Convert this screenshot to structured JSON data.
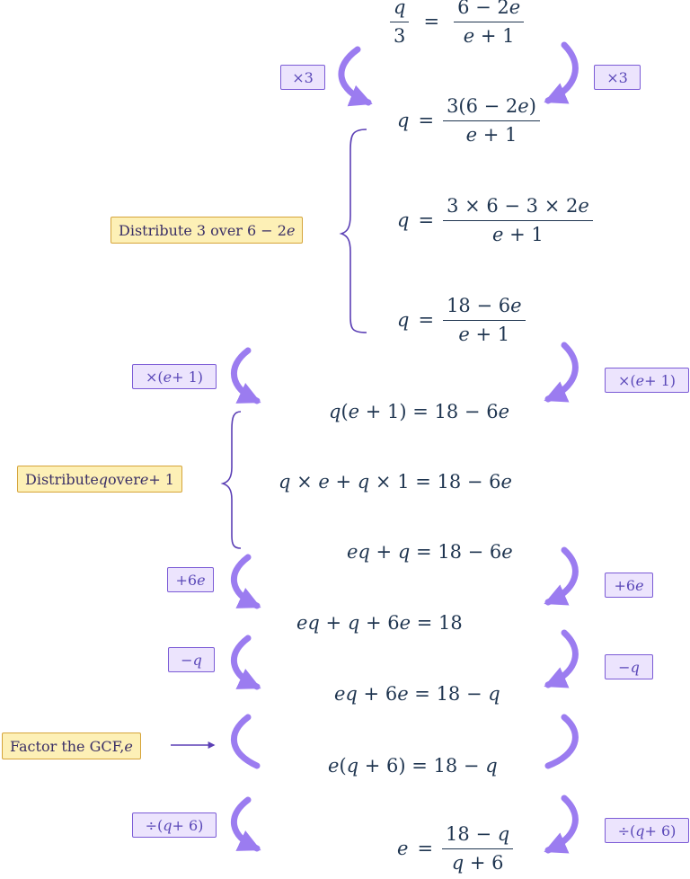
{
  "steps": [
    {
      "id": "s1",
      "lhs": "q/3",
      "rhs": "(6 − 2e)/(e + 1)"
    },
    {
      "id": "s2",
      "lhs": "q",
      "rhs": "3(6 − 2e)/(e + 1)"
    },
    {
      "id": "s3",
      "lhs": "q",
      "rhs": "(3 × 6 − 3 × 2e)/(e + 1)"
    },
    {
      "id": "s4",
      "lhs": "q",
      "rhs": "(18 − 6e)/(e + 1)"
    },
    {
      "id": "s5",
      "text": "q(e + 1) = 18 − 6e"
    },
    {
      "id": "s6",
      "text": "q × e + q × 1 = 18 − 6e"
    },
    {
      "id": "s7",
      "text": "eq + q = 18 − 6e"
    },
    {
      "id": "s8",
      "text": "eq + q + 6e = 18"
    },
    {
      "id": "s9",
      "text": "eq + 6e = 18 − q"
    },
    {
      "id": "s10",
      "text": "e(q + 6) = 18 − q"
    },
    {
      "id": "s11",
      "lhs": "e",
      "rhs": "(18 − q)/(q + 6)"
    }
  ],
  "operations": [
    "×3",
    "×(e + 1)",
    "+6e",
    "−q",
    "÷(q + 6)"
  ],
  "notes": [
    "Distribute 3 over 6 − 2e",
    "Distribute q over e + 1",
    "Factor the GCF, e"
  ],
  "colors": {
    "arrow": "#9b7cf0",
    "brace": "#5b3fb5",
    "tag_bg": "#ece4fd",
    "note_bg": "#fdf0b6",
    "text": "#1f3550"
  }
}
